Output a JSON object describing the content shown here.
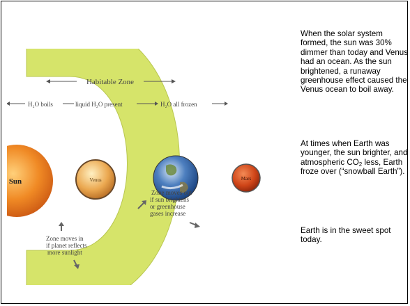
{
  "figure": {
    "habitable_zone_label": "Habitable Zone",
    "boils_label": "H₂O boils",
    "liquid_label": "liquid H₂O present",
    "frozen_label": "H₂O all frozen",
    "planets": {
      "sun": "Sun",
      "venus": "Venus",
      "earth": "",
      "mars": "Mars"
    },
    "zone_out_note": [
      "Zone moves out",
      "if sun brightens",
      "or greenhouse",
      "gases increase"
    ],
    "zone_in_note": [
      "Zone moves in",
      "if planet reflects",
      "more sunlight"
    ],
    "colors": {
      "zone_band": "#d6e46a",
      "sun": "#e8761e",
      "venus": "#e9a24a",
      "earth": "#2d5fa5",
      "mars": "#c9441a"
    }
  },
  "text": {
    "p1": "When the solar system formed, the sun was 30% dimmer than today and Venus had an ocean.  As the sun brightened, a runaway greenhouse effect caused the Venus ocean to boil away.",
    "p2_a": "At times when Earth was younger, the sun brighter, and atmospheric CO",
    "p2_sub": "2",
    "p2_b": " less, Earth froze over (“snowball Earth”).",
    "p3": "Earth is in the sweet spot today."
  }
}
